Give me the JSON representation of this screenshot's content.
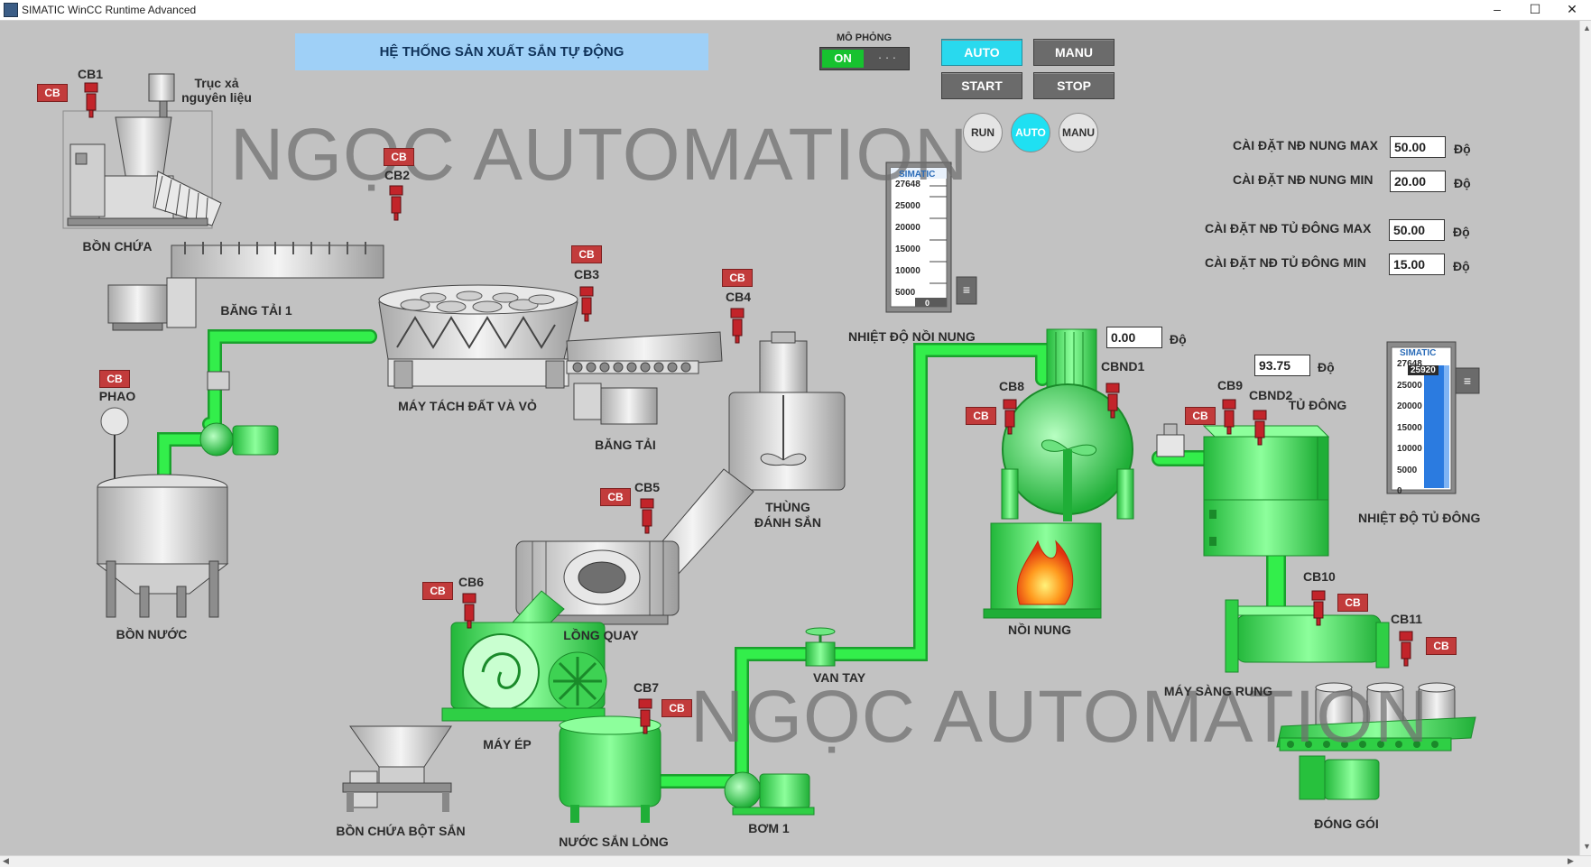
{
  "window": {
    "title": "SIMATIC WinCC Runtime Advanced",
    "minimize": "–",
    "maximize": "☐",
    "close": "✕"
  },
  "header": {
    "title": "HỆ THỐNG SẢN XUẤT SẮN TỰ ĐỘNG"
  },
  "watermark": "NGỌC AUTOMATION",
  "mode": {
    "simulation_label": "MÔ PHỎNG",
    "toggle_on": "ON",
    "toggle_off": "· · ·"
  },
  "buttons": {
    "auto": "AUTO",
    "manu": "MANU",
    "start": "START",
    "stop": "STOP",
    "run": "RUN",
    "auto_round": "AUTO",
    "manu_round": "MANU"
  },
  "settings": {
    "kiln_max_label": "CÀI ĐẶT NĐ NUNG MAX",
    "kiln_max": "50.00",
    "kiln_min_label": "CÀI ĐẶT NĐ NUNG MIN",
    "kiln_min": "20.00",
    "freezer_max_label": "CÀI ĐẶT NĐ TỦ ĐÔNG MAX",
    "freezer_max": "50.00",
    "freezer_min_label": "CÀI ĐẶT NĐ TỦ ĐÔNG MIN",
    "freezer_min": "15.00",
    "unit": "Độ"
  },
  "gauges": {
    "kiln": {
      "brand": "SIMATIC",
      "ticks": [
        "27648",
        "25000",
        "20000",
        "15000",
        "10000",
        "5000"
      ],
      "value": "0",
      "label": "NHIỆT ĐỘ NỒI NUNG",
      "fill_fraction": 0
    },
    "freezer": {
      "brand": "SIMATIC",
      "ticks": [
        "27648",
        "25000",
        "20000",
        "15000",
        "10000",
        "5000",
        "0"
      ],
      "value": "25920",
      "label": "NHIỆT ĐỘ TỦ ĐÔNG",
      "fill_fraction": 0.94
    }
  },
  "readouts": {
    "kiln_temp": "0.00",
    "freezer_temp": "93.75",
    "unit": "Độ"
  },
  "cb_text": "CB",
  "labels": {
    "cb1": "CB1",
    "cb2": "CB2",
    "cb3": "CB3",
    "cb4": "CB4",
    "cb5": "CB5",
    "cb6": "CB6",
    "cb7": "CB7",
    "cb8": "CB8",
    "cb9": "CB9",
    "cb10": "CB10",
    "cb11": "CB11",
    "cbnd1": "CBND1",
    "cbnd2": "CBND2",
    "truc_xa": "Trục xả",
    "nguyen_lieu": "nguyên liệu",
    "bon_chua": "BỒN CHỨA",
    "bang_tai_1": "BĂNG TẢI 1",
    "phao": "PHAO",
    "may_tach": "MÁY TÁCH ĐẤT VÀ VỎ",
    "bang_tai": "BĂNG TẢI",
    "thung_danh_san_1": "THÙNG",
    "thung_danh_san_2": "ĐÁNH SẮN",
    "bon_nuoc": "BỒN NƯỚC",
    "long_quay": "LỒNG QUAY",
    "may_ep": "MÁY ÉP",
    "bon_chua_bot_san": "BỒN CHỨA BỘT SẮN",
    "nuoc_san_long": "NƯỚC SẮN LỎNG",
    "bom_1": "BƠM 1",
    "van_tay": "VAN TAY",
    "noi_nung": "NỒI NUNG",
    "tu_dong": "TỦ ĐÔNG",
    "may_sang_rung": "MÁY SÀNG RUNG",
    "dong_goi": "ĐÓNG GÓI"
  },
  "colors": {
    "pipe": "#33ee4b",
    "pipe_dark": "#1aa12d",
    "badge": "#c23b3b",
    "accent": "#29d9ee",
    "header": "#9fd0f7"
  }
}
